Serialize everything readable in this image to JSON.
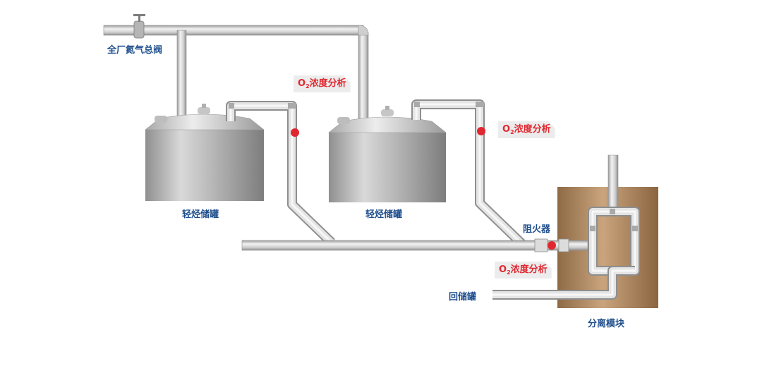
{
  "labels": {
    "main_valve": "全厂氮气总阀",
    "tank_left": "轻烃储罐",
    "tank_right": "轻烃储罐",
    "flame_arrester": "阻火器",
    "return_tank": "回储罐",
    "separation_module": "分离模块"
  },
  "o2_tags": [
    {
      "o": "O",
      "sub": "2",
      "text": "浓度分析"
    },
    {
      "o": "O",
      "sub": "2",
      "text": "浓度分析"
    },
    {
      "o": "O",
      "sub": "2",
      "text": "浓度分析"
    }
  ],
  "colors": {
    "pipe": "#c9c9c9",
    "tank": "#a7a7a7",
    "module": "#b08a62",
    "label_blue": "#1f4e8c",
    "sensor_red": "#e0272f",
    "tag_bg": "#ececec"
  }
}
